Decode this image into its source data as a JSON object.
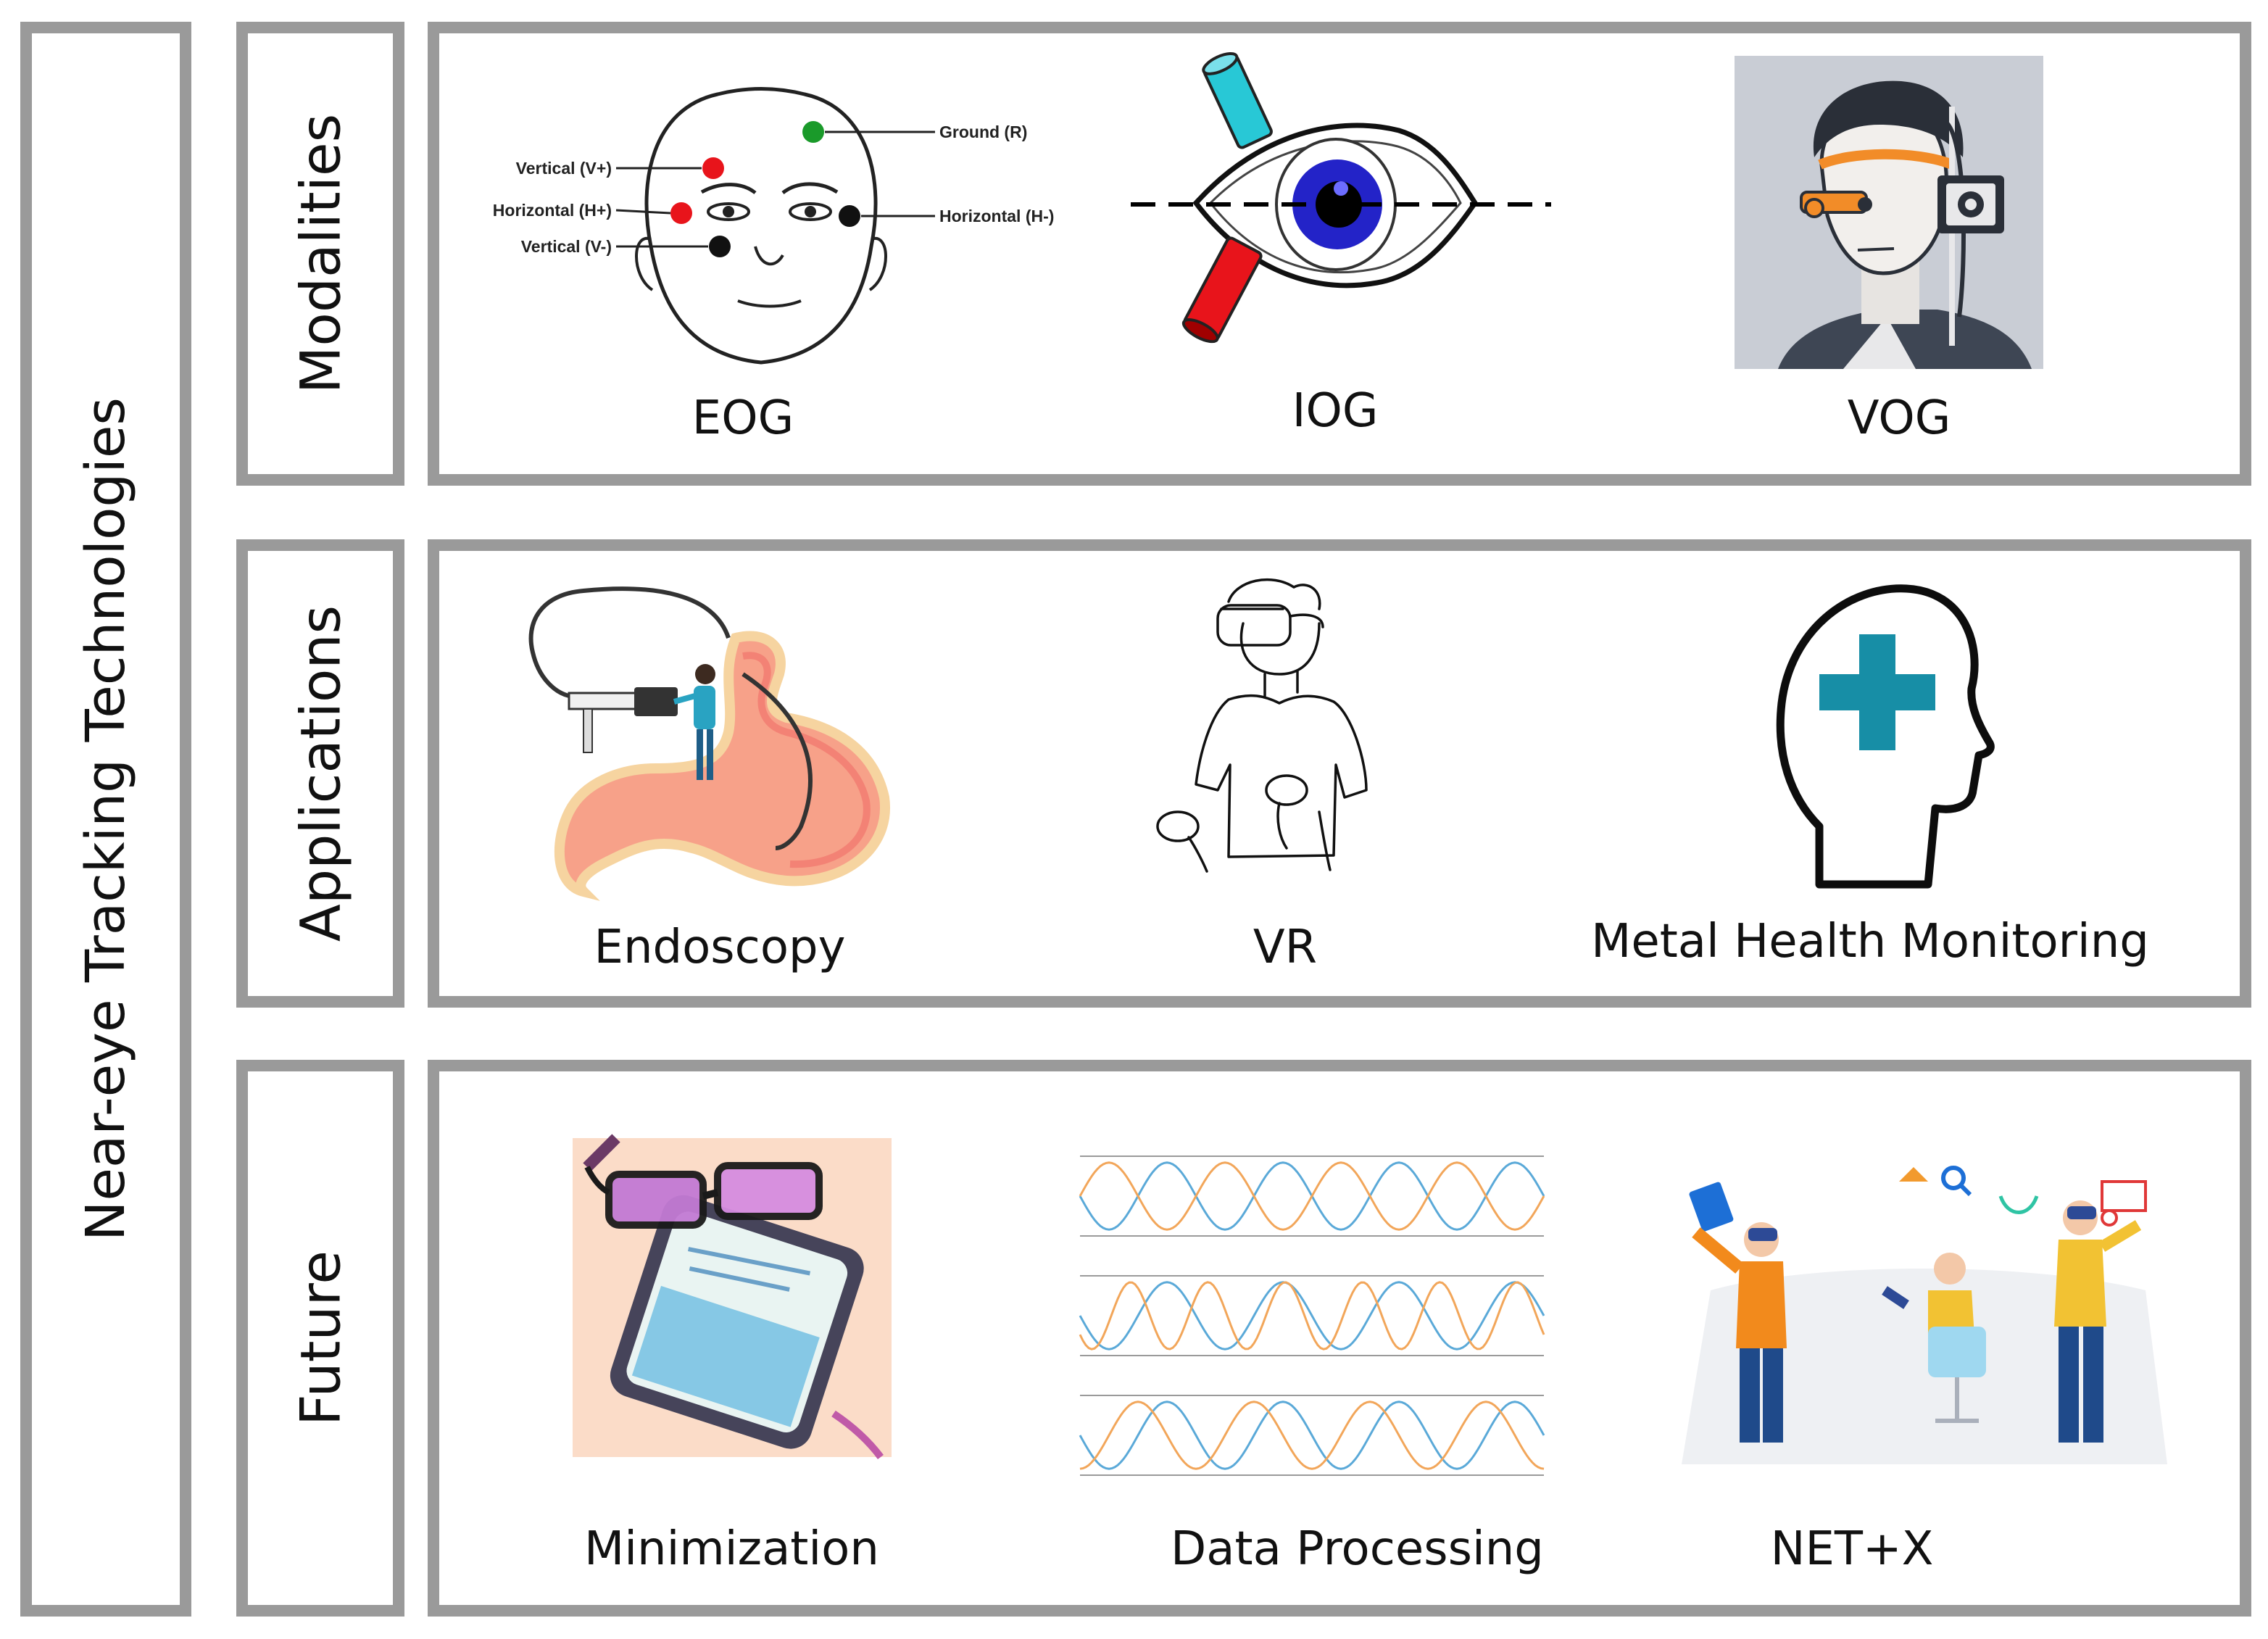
{
  "title": "Near-eye Tracking Technologies",
  "rows": [
    {
      "label": "Modalities",
      "items": [
        "EOG",
        "IOG",
        "VOG"
      ]
    },
    {
      "label": "Applications",
      "items": [
        "Endoscopy",
        "VR",
        "Metal Health Monitoring"
      ]
    },
    {
      "label": "Future",
      "items": [
        "Minimization",
        "Data Processing",
        "NET+X"
      ]
    }
  ],
  "eog_electrodes": {
    "vertical_plus": "Vertical (V+)",
    "horizontal_plus": "Horizontal (H+)",
    "vertical_minus": "Vertical (V-)",
    "ground": "Ground (R)",
    "horizontal_minus": "Horizontal (H-)"
  },
  "colors": {
    "border": "#9a9a9a",
    "electrode_red": "#e8141b",
    "electrode_green": "#1a9a2a",
    "iris_blue": "#2323c8",
    "teal": "#1a95a8",
    "wave_orange": "#f2a65a",
    "wave_blue": "#5aa9d8"
  },
  "icons": [
    "face-electrodes-icon",
    "eye-sensor-icon",
    "vog-headset-icon",
    "stomach-endoscope-icon",
    "vr-person-icon",
    "head-medical-cross-icon",
    "smart-glasses-phone-icon",
    "sine-waves-icon",
    "collaborative-vr-icon"
  ]
}
